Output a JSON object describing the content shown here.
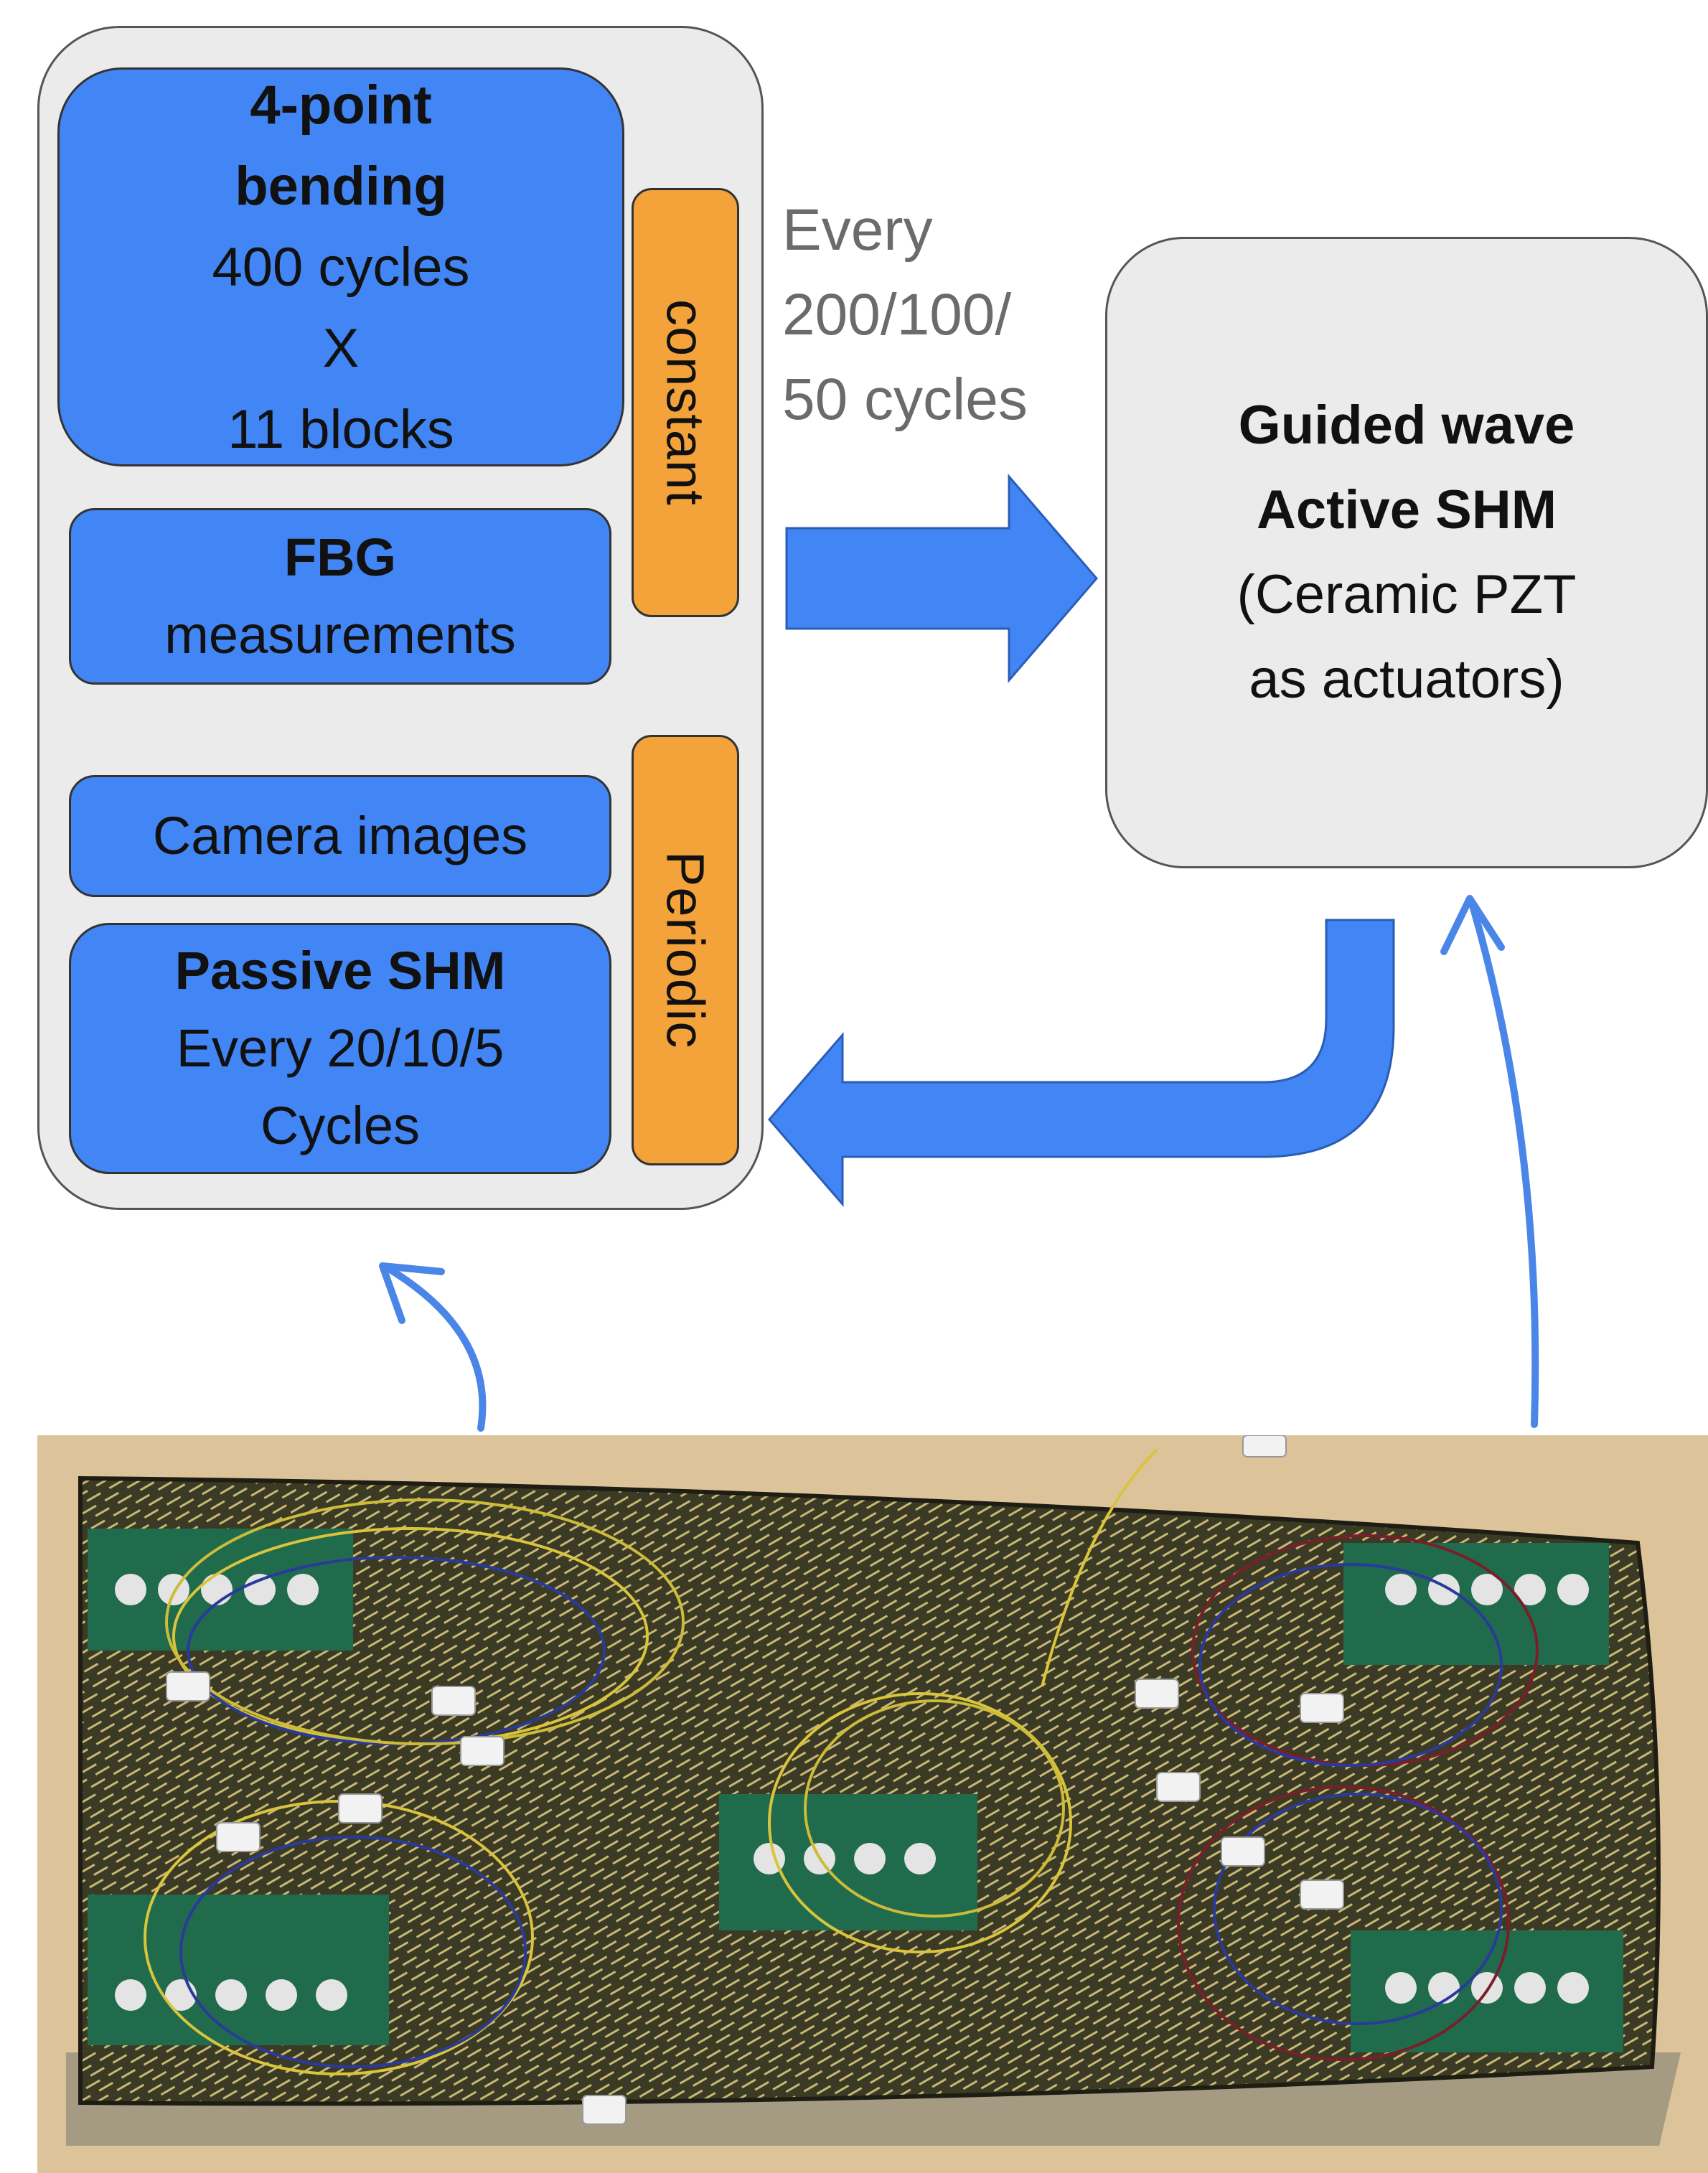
{
  "left_panel": {
    "bending": {
      "title_line1": "4-point",
      "title_line2": "bending",
      "line3": "400 cycles",
      "line4": "X",
      "line5": "11 blocks"
    },
    "fbg": {
      "title": "FBG",
      "subtitle": "measurements"
    },
    "camera": {
      "label": "Camera images"
    },
    "passive": {
      "title": "Passive SHM",
      "line2": "Every 20/10/5",
      "line3": "Cycles"
    },
    "constant_label": "constant",
    "periodic_label": "Periodic"
  },
  "every_label": {
    "line1": "Every",
    "line2": "200/100/",
    "line3": "50 cycles"
  },
  "right_panel": {
    "line1": "Guided wave",
    "line2": "Active SHM",
    "line3": "(Ceramic PZT",
    "line4": "as actuators)"
  },
  "colors": {
    "blue_box": "#4285f4",
    "orange_box": "#f4a23a",
    "panel_gray": "#ebebeb",
    "arrow_blue": "#4285f4"
  }
}
